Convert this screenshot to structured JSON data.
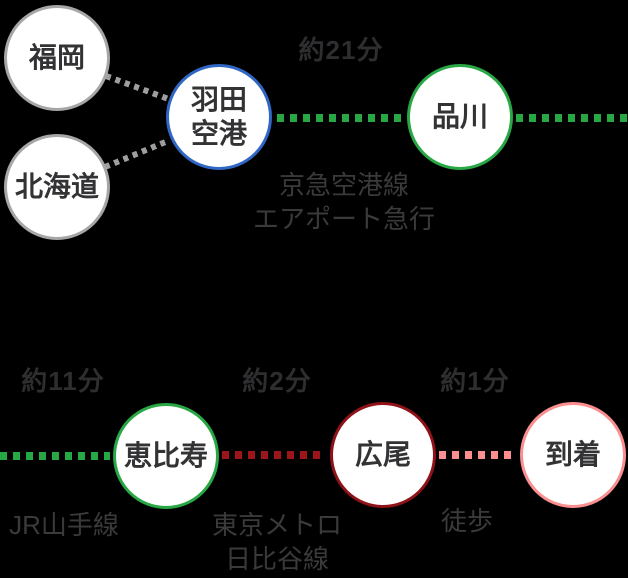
{
  "diagram": {
    "background_color": "#000000",
    "colors": {
      "origin_border_gray": "#a6a6a6",
      "airport_border_blue": "#3066c4",
      "rail_green": "#28a745",
      "metro_dark_red": "#8e1217",
      "walk_pink": "#fb8e8e",
      "connector_gray": "#9e9e9e"
    },
    "nodes": {
      "fukuoka": {
        "label": "福岡"
      },
      "hokkaido": {
        "label": "北海道"
      },
      "haneda": {
        "label_line1": "羽田",
        "label_line2": "空港"
      },
      "shinagawa": {
        "label": "品川"
      },
      "ebisu": {
        "label": "恵比寿"
      },
      "hiroo": {
        "label": "広尾"
      },
      "arrival": {
        "label": "到着"
      }
    },
    "labels": {
      "duration_haneda_shinagawa": "約21分",
      "keikyu_line_1": "京急空港線",
      "keikyu_line_2": "エアポート急行",
      "duration_to_ebisu": "約11分",
      "yamanote_line": "JR山手線",
      "duration_ebisu_hiroo": "約2分",
      "hibiya_line_1": "東京メトロ",
      "hibiya_line_2": "日比谷線",
      "duration_hiroo_arrival": "約1分",
      "walk": "徒歩"
    }
  }
}
